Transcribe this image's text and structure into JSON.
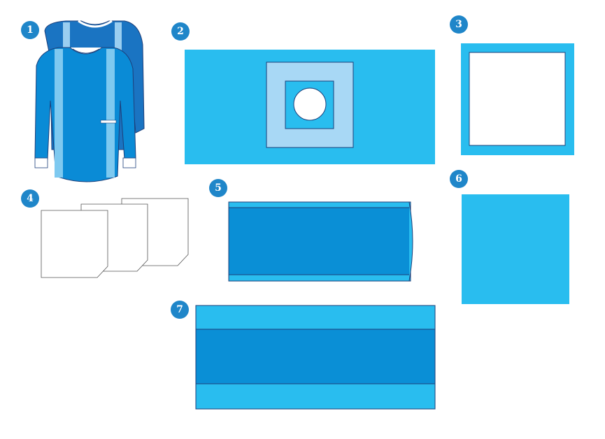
{
  "labels": {
    "gowns": "1",
    "fenestrated_drape": "2",
    "frame_drape": "3",
    "towels": "4",
    "tube_drape": "5",
    "square_drape": "6",
    "striped_drape": "7"
  },
  "colors": {
    "light_blue": "#29bdef",
    "mid_blue": "#0a8fd6",
    "pale_blue": "#a8d8f5",
    "badge_blue": "#1f86c9",
    "outline": "#1d3f7a",
    "gown_dark": "#1a74c2",
    "gown_main": "#0a8bd6"
  }
}
